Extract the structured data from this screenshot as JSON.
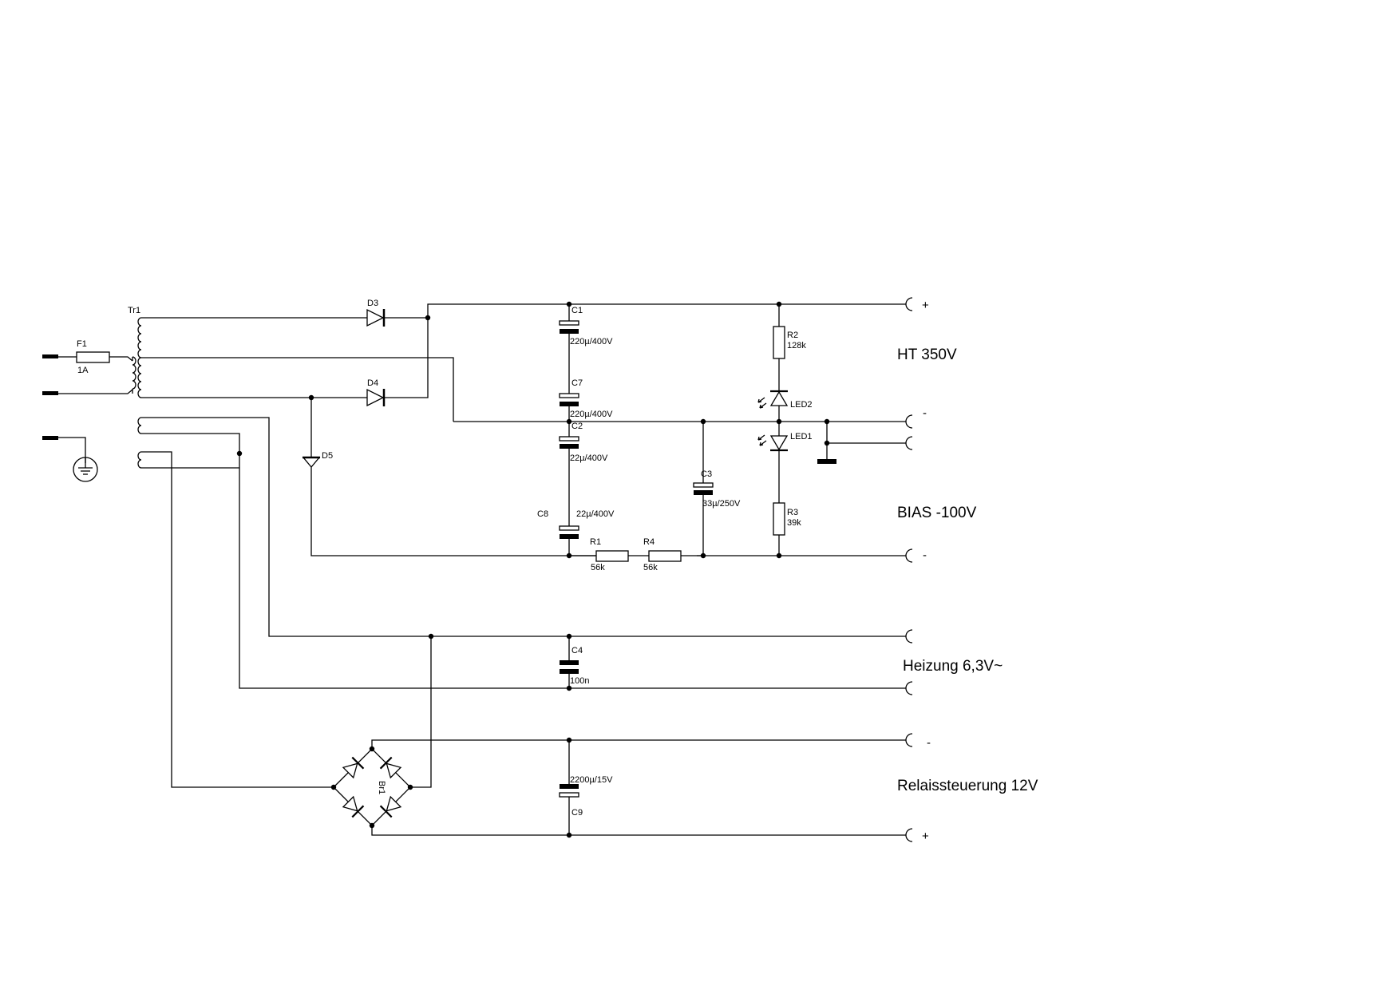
{
  "components": {
    "tr1": "Tr1",
    "f1": "F1",
    "f1_value": "1A",
    "d3": "D3",
    "d4": "D4",
    "d5": "D5",
    "c1": "C1",
    "c1_value": "220µ/400V",
    "c7": "C7",
    "c7_value": "220µ/400V",
    "c2": "C2",
    "c2_value": "22µ/400V",
    "c8": "C8",
    "c8_value": "22µ/400V",
    "c3": "C3",
    "c3_value": "33µ/250V",
    "c4": "C4",
    "c4_value": "100n",
    "c9": "C9",
    "c9_value": "2200µ/15V",
    "r1": "R1",
    "r1_value": "56k",
    "r4": "R4",
    "r4_value": "56k",
    "r2": "R2",
    "r2_value": "128k",
    "r3": "R3",
    "r3_value": "39k",
    "led1": "LED1",
    "led2": "LED2",
    "br1": "Br1"
  },
  "outputs": {
    "ht": "HT 350V",
    "bias": "BIAS -100V",
    "heater": "Heizung 6,3V~",
    "relay": "Relaissteuerung 12V"
  },
  "polarity": {
    "ht_plus": "+",
    "ht_minus": "-",
    "bias_minus": "-",
    "relay_minus": "-",
    "relay_plus": "+"
  }
}
